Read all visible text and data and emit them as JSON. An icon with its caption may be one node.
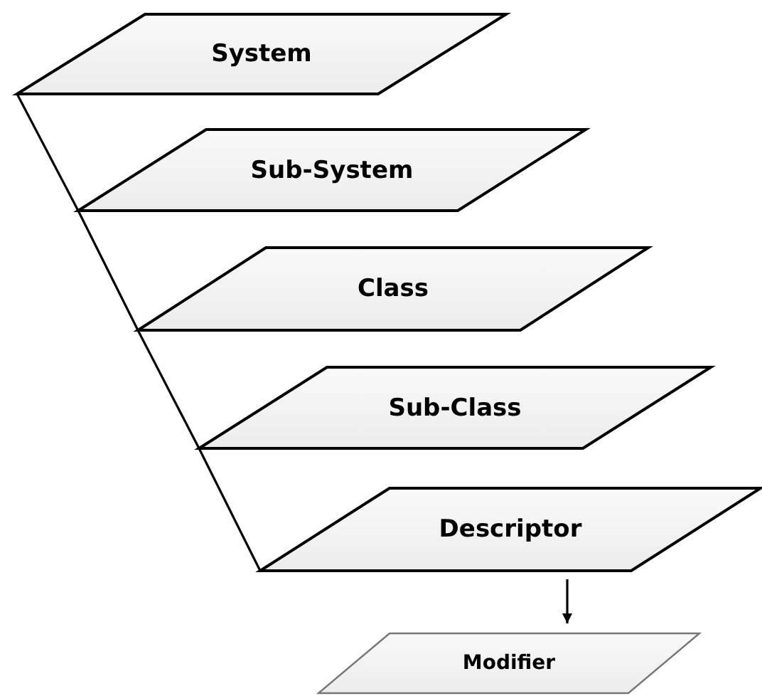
{
  "diagram": {
    "nodes": [
      {
        "text": [
          "System"
        ]
      },
      {
        "text": [
          "Sub-System"
        ]
      },
      {
        "text": [
          "Class"
        ]
      },
      {
        "text": [
          "Sub-Class"
        ]
      },
      {
        "text": [
          "Descriptor"
        ]
      },
      {
        "text": [
          "Modifier"
        ]
      }
    ],
    "edges": [
      {
        "from": 0,
        "to": 1,
        "arrow": "none"
      },
      {
        "from": 1,
        "to": 2,
        "arrow": "none"
      },
      {
        "from": 2,
        "to": 3,
        "arrow": "none"
      },
      {
        "from": 3,
        "to": 4,
        "arrow": "none"
      },
      {
        "from": 4,
        "to": 5,
        "arrow": "to"
      }
    ]
  }
}
